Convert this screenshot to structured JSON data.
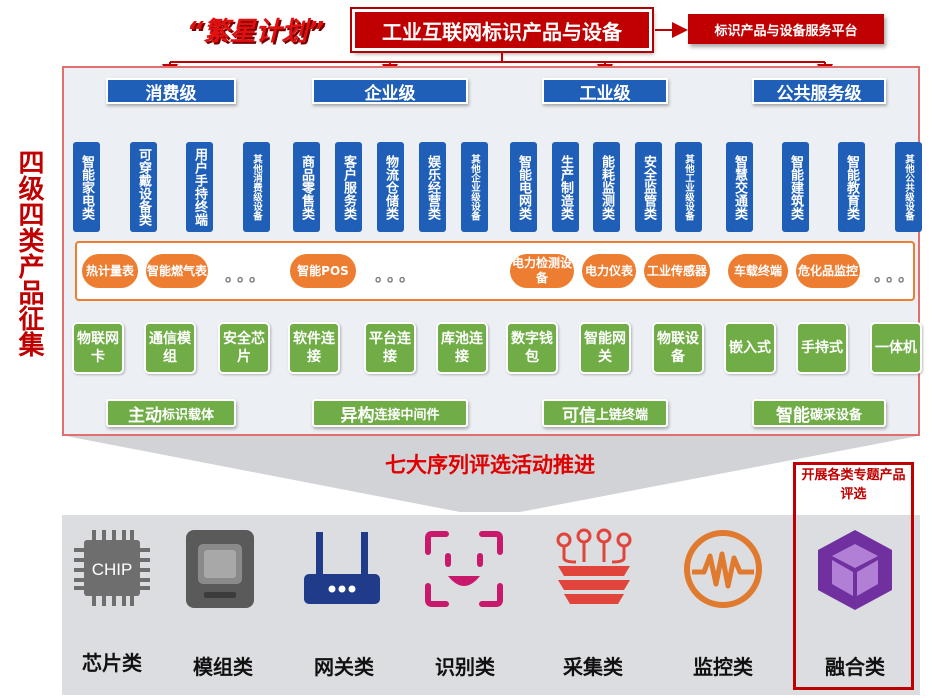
{
  "header": {
    "slogan": "“繁星计划”",
    "title": "工业互联网标识产品与设备",
    "side_title": "标识产品与设备服务平台"
  },
  "side_label": "四级四类产品征集",
  "levels": [
    {
      "label": "消费级",
      "items": [
        "智能家电类",
        "可穿戴设备类",
        "用户手持终端",
        "其他消费级设备"
      ]
    },
    {
      "label": "企业级",
      "items": [
        "商品零售类",
        "客户服务类",
        "物流仓储类",
        "娱乐经营类",
        "其他企业级设备"
      ]
    },
    {
      "label": "工业级",
      "items": [
        "智能电网类",
        "生产制造类",
        "能耗监测类",
        "安全监管类",
        "其他工业级设备"
      ]
    },
    {
      "label": "公共服务级",
      "items": [
        "智慧交通类",
        "智能建筑类",
        "智能教育类",
        "其他公共级设备"
      ]
    }
  ],
  "devices": [
    {
      "label": "热计量表"
    },
    {
      "label": "智能燃气表"
    },
    {
      "label": "。。。"
    },
    {
      "label": "智能POS"
    },
    {
      "label": "。。。"
    },
    {
      "label": "电力检测设备"
    },
    {
      "label": "电力仪表"
    },
    {
      "label": "工业传感器"
    },
    {
      "label": "车载终端"
    },
    {
      "label": "危化品监控"
    },
    {
      "label": "。。。"
    }
  ],
  "carriers": [
    {
      "label": "物联网卡"
    },
    {
      "label": "通信模组"
    },
    {
      "label": "安全芯片"
    },
    {
      "label": "软件连接"
    },
    {
      "label": "平台连接"
    },
    {
      "label": "库池连接"
    },
    {
      "label": "数字钱包"
    },
    {
      "label": "智能网关"
    },
    {
      "label": "物联设备"
    },
    {
      "label": "嵌入式"
    },
    {
      "label": "手持式"
    },
    {
      "label": "一体机"
    }
  ],
  "groups": [
    {
      "big": "主动",
      "small": "标识载体"
    },
    {
      "big": "异构",
      "small": "连接中间件"
    },
    {
      "big": "可信",
      "small": "上链终端"
    },
    {
      "big": "智能",
      "small": "碳采设备"
    }
  ],
  "seven_series": "七大序列评选活动推进",
  "fusion_title": "开展各类专题产品评选",
  "products": [
    {
      "label": "芯片类",
      "icon": "chip-icon",
      "chip_text": "CHIP"
    },
    {
      "label": "模组类",
      "icon": "module-icon"
    },
    {
      "label": "网关类",
      "icon": "router-icon"
    },
    {
      "label": "识别类",
      "icon": "face-scan-icon"
    },
    {
      "label": "采集类",
      "icon": "collector-icon"
    },
    {
      "label": "监控类",
      "icon": "monitor-wave-icon"
    },
    {
      "label": "融合类",
      "icon": "cube-icon"
    }
  ],
  "colors": {
    "red": "#c00000",
    "blue": "#1f5fb8",
    "orange": "#ed7d31",
    "green": "#70ad47",
    "purple": "#7030a0"
  }
}
